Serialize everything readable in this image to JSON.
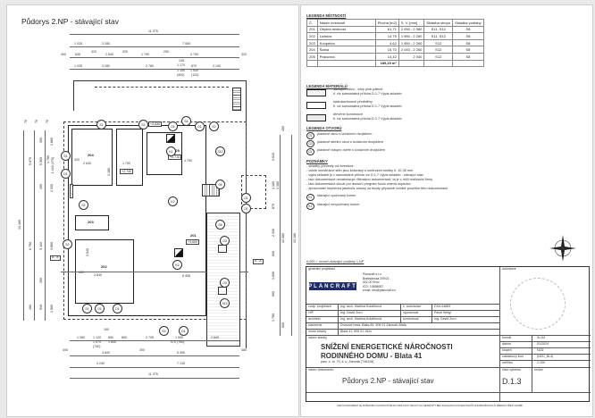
{
  "drawing": {
    "title": "Půdorys 2.NP - stávající stav",
    "top_dims": {
      "overall": "11 375",
      "row1": [
        "1 035",
        "3 280",
        "7 060"
      ],
      "row2": [
        "400",
        "635",
        "320",
        "2 640",
        "320",
        "1 790",
        "250",
        "4 750",
        "320"
      ],
      "row3": [
        "1 035",
        "3 280",
        "2 780",
        "145",
        "1 170",
        "1 150",
        "(900)",
        "870",
        "1 930",
        "(120)",
        "2 100"
      ]
    },
    "bottom_dims": {
      "row1": [
        "1 260",
        "160",
        "1 120",
        "1 070",
        "(730)",
        "850",
        "1 800",
        "850",
        "2 705",
        "1 590",
        "970 (760)",
        "2 840"
      ],
      "row2": [
        "400",
        "3 840",
        "300",
        "6 455",
        "380"
      ],
      "row3": [
        "4 240",
        "7 135"
      ],
      "overall": "11 375"
    },
    "left_dims": [
      "70",
      "70",
      "70",
      "5 670",
      "5 560",
      "300",
      "1 860",
      "1 780",
      "1 440 (470)",
      "450",
      "2 330",
      "13 160",
      "6 790",
      "5 110",
      "3 860",
      "300",
      "460",
      "910",
      "1 560",
      "450"
    ],
    "right_dims": [
      "450",
      "3 610",
      "1 160",
      "1 180",
      "(140)",
      "870",
      "1 800",
      "2 330",
      "600",
      "1 120",
      "1 600",
      "600",
      "1 120",
      "1 780",
      "12 580",
      "13 160",
      "600"
    ],
    "rooms": [
      {
        "no": "204",
        "dims": [
          "320",
          "2 640",
          "3 180"
        ]
      },
      {
        "no": "205",
        "level": "+2,710",
        "dims": [
          "1 790",
          "4 750"
        ]
      },
      {
        "no": "202",
        "dims": [
          "3 840",
          "3 640",
          "400"
        ]
      },
      {
        "no": "203"
      },
      {
        "no": "201",
        "level": "+3,600",
        "dims": [
          "6 455"
        ]
      }
    ],
    "levels": [
      "+2,830",
      "+2,740",
      "+2,710",
      "+3,600"
    ],
    "tags": [
      "S1",
      "S2",
      "S4",
      "S6",
      "S12",
      "S3",
      "D1",
      "O1",
      "O3",
      "K1",
      "K2"
    ],
    "section_mark": "A - A",
    "openings": [
      "800",
      "1 970",
      "700",
      "1 970",
      "720",
      "1 800",
      "380"
    ]
  },
  "legend_rooms": {
    "title": "LEGENDA MÍSTNOSTÍ",
    "headers": [
      "Č.",
      "Název místnosti",
      "Plocha [m2]",
      "S. V. [mm]",
      "Skladba stropu",
      "Skladba podlahy"
    ],
    "rows": [
      [
        "201",
        "Obytná místnost",
        "61,71",
        "2 050 - 2 380",
        "S11, S12",
        "S8"
      ],
      [
        "202",
        "Ložnice",
        "14,75",
        "1 950 - 2 260",
        "S11, S12",
        "S8"
      ],
      [
        "203",
        "Koupelna",
        "4,62",
        "1 950 - 2 260",
        "S12",
        "S8"
      ],
      [
        "204",
        "Šatna",
        "15,70",
        "2 040 - 2 260",
        "S12",
        "S8"
      ],
      [
        "205",
        "Pracovna",
        "14,42",
        "2 040",
        "S12",
        "S8"
      ]
    ],
    "total": "189,20 m²"
  },
  "legend_materials": {
    "title": "LEGENDA MATERIÁLŮ",
    "items": [
      {
        "label": "stávající zdivo - cihly plné pálené",
        "note": "tl. viz samostatná příloha D.1.7 Výpis skladeb"
      },
      {
        "label": "sádrokartonové předstěny",
        "note": "tl. viz samostatná příloha D.1.7 Výpis skladeb"
      },
      {
        "label": "dřevěné konstrukce",
        "note": "tl. viz samostatná příloha D.1.7 Výpis skladeb"
      }
    ]
  },
  "legend_openings": {
    "title": "LEGENDA OTVORŮ",
    "items": [
      {
        "tag": "O1",
        "label": "plastové okno s izolačním dvojsklem"
      },
      {
        "tag": "O3",
        "label": "plastové střešní okno s izolačním dvojsklem"
      },
      {
        "tag": "D1",
        "label": "plastové vstupní dveře s izolačním dvojsklem"
      }
    ]
  },
  "notes": {
    "title": "POZNÁMKY",
    "items": [
      "- skladby převzaty od investora",
      "- ovislé konstrukce stěn jsou kótovány s omítnutím omítky tl. 10-35 mm",
      "- výpis skladeb je v samostatné příloze viz D.1.7 Výpis skladeb - stávající stav",
      "- tato dokumentace nenahrazuje dílenskou dokumentaci, ta je v režii realizační firmy",
      "- tato dokumentace slouží pro dotační program Nová zelená úsporám",
      "- zpracovatel nepřebírá jakékoliv záruky za škody případně vzniklé použitím této dokumentace"
    ],
    "chimneys": [
      {
        "tag": "K1",
        "label": "stávající využívaný komín"
      },
      {
        "tag": "K2",
        "label": "stávající nevyužívaný komín"
      }
    ]
  },
  "level_note": "0,000 = úroveň stávající podlahy 1.NP",
  "title_block": {
    "general_designer_label": "generální projektant",
    "logo": "PLANCRAFT",
    "logo_color": "#1f2d6b",
    "company": [
      "Plancraft s.r.o.",
      "Bratislavská 209/21",
      "602 00 Brno",
      "IČO: 10858087",
      "email: info@plancraft.eu"
    ],
    "authorization_label": "autorizace",
    "people": [
      {
        "role": "zodp. projektant",
        "name": "Ing. arch. Martina Kolaříková",
        "role2": "č. autorizace",
        "value2": "ČKA 04883"
      },
      {
        "role": "HIP",
        "name": "Ing. David Zurn",
        "role2": "vypracoval",
        "value2": "Pavel Weigl"
      },
      {
        "role": "architekt",
        "name": "Ing. arch. Martina Kolaříková",
        "role2": "kontroloval",
        "value2": "Ing. David Zurn"
      },
      {
        "role": "stavebník",
        "name": "Drusová Iveta, Blata 65, 506 01 Zámostí-Blata"
      },
      {
        "role": "místo stavby",
        "name": "Blata 41, 506 01 Jičín"
      }
    ],
    "project_label": "název stavby",
    "project_line1": "SNÍŽENÍ ENERGETICKÉ NÁROČNOSTI",
    "project_line2": "RODINNÉHO DOMU - Blata 41",
    "project_parcel": "parc. č. st. 70, k. ú. Zámostí [746118]",
    "meta": [
      {
        "label": "formát",
        "value": "3x A4"
      },
      {
        "label": "datum",
        "value": "01/2024"
      },
      {
        "label": "stupeň",
        "value": "NZÚ"
      },
      {
        "label": "zakázkový kód",
        "value": "(NZÚ_BL4)"
      },
      {
        "label": "měřítko",
        "value": "1:100"
      }
    ],
    "doc_label": "název dokumentu",
    "doc_title": "Půdorys 2.NP - stávající stav",
    "sheet_label": "číslo výkresu",
    "sheet_no": "D.1.3",
    "revision_label": "revize",
    "footer": "TENTO DOKUMENT JE DUŠEVNÍM VLASTNICTVÍM AUTORA JAKO TAKOVÝ HO NESMÍ BÝT BEZ SOUHLASU AUTORA POUŽÍT, ROZMNOŽOVÁN ČI PŘEDÁN TŘETÍ OSOBĚ"
  }
}
